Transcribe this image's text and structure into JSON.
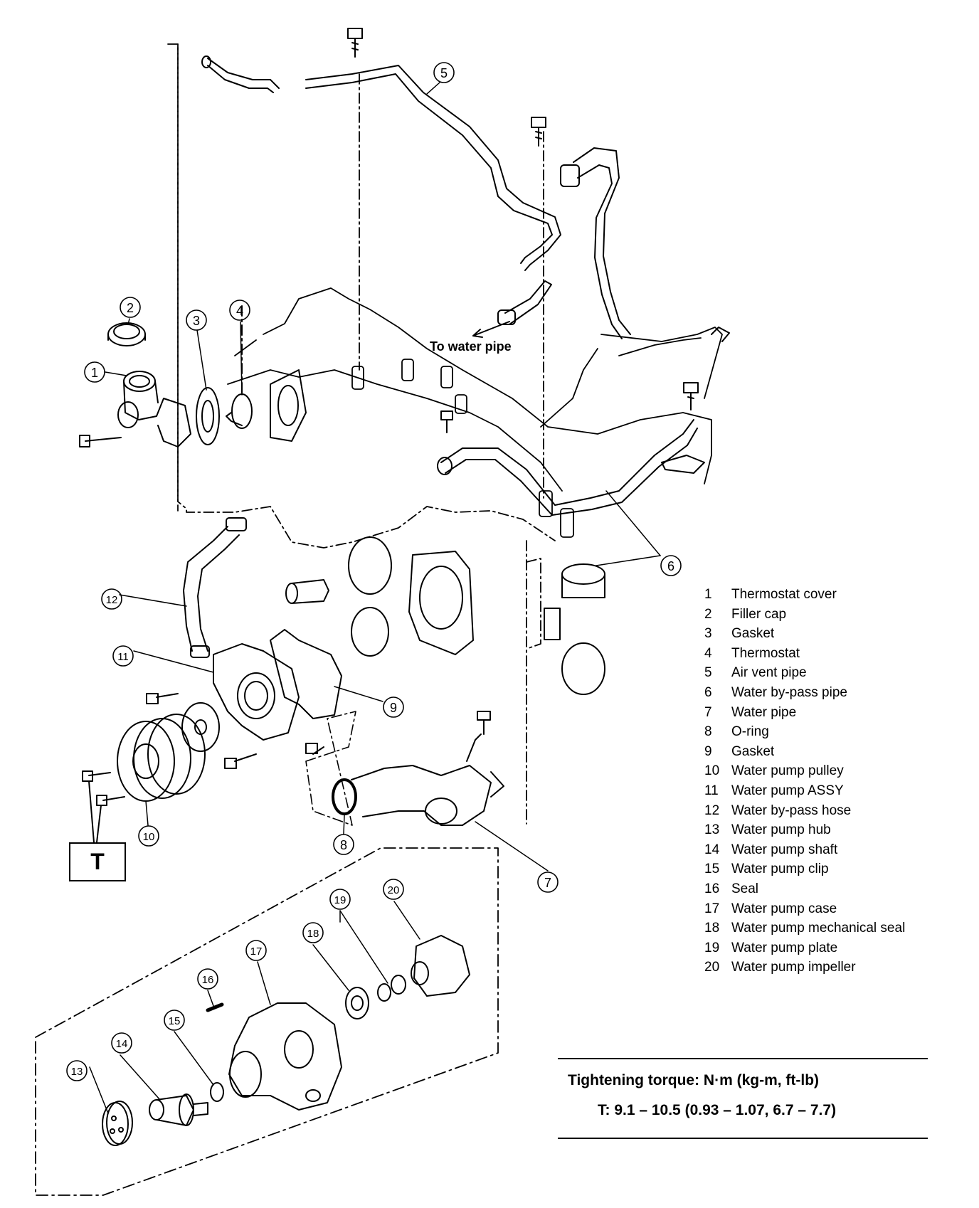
{
  "callouts": [
    {
      "n": "1",
      "name": "Thermostat cover"
    },
    {
      "n": "2",
      "name": "Filler cap"
    },
    {
      "n": "3",
      "name": "Gasket"
    },
    {
      "n": "4",
      "name": "Thermostat"
    },
    {
      "n": "5",
      "name": "Air vent pipe"
    },
    {
      "n": "6",
      "name": "Water by-pass pipe"
    },
    {
      "n": "7",
      "name": "Water pipe"
    },
    {
      "n": "8",
      "name": "O-ring"
    },
    {
      "n": "9",
      "name": "Gasket"
    },
    {
      "n": "10",
      "name": "Water pump pulley"
    },
    {
      "n": "11",
      "name": "Water pump ASSY"
    },
    {
      "n": "12",
      "name": "Water by-pass hose"
    },
    {
      "n": "13",
      "name": "Water pump hub"
    },
    {
      "n": "14",
      "name": "Water pump shaft"
    },
    {
      "n": "15",
      "name": "Water pump clip"
    },
    {
      "n": "16",
      "name": "Seal"
    },
    {
      "n": "17",
      "name": "Water pump case"
    },
    {
      "n": "18",
      "name": "Water pump mechanical seal"
    },
    {
      "n": "19",
      "name": "Water pump plate"
    },
    {
      "n": "20",
      "name": "Water pump impeller"
    }
  ],
  "annotation": "To water pipe",
  "torque_symbol": "T",
  "torque": {
    "heading": "Tightening torque:  N·m (kg-m, ft-lb)",
    "value": "T:  9.1 – 10.5 (0.93 – 1.07, 6.7 – 7.7)"
  }
}
